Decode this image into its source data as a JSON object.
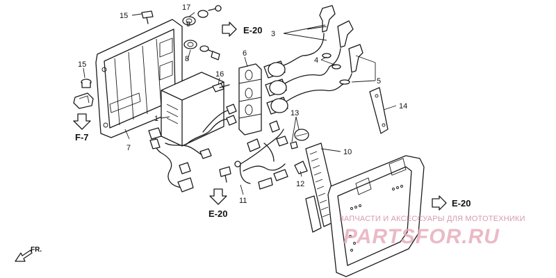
{
  "diagram": {
    "callouts": {
      "c1": "1",
      "c3": "3",
      "c4": "4",
      "c5": "5",
      "c6": "6",
      "c7": "7",
      "c8": "8",
      "c9": "9",
      "c10": "10",
      "c11": "11",
      "c12": "12",
      "c13": "13",
      "c14": "14",
      "c15a": "15",
      "c15b": "15",
      "c16": "16",
      "c17": "17"
    },
    "references": {
      "e20_top": "E-20",
      "e20_bottom": "E-20",
      "e20_right": "E-20",
      "f7": "F-7",
      "front": "FR."
    }
  },
  "watermark": {
    "line1": "ЗАПЧАСТИ И АКСЕССУАРЫ ДЛЯ МОТОТЕХНИКИ",
    "line2": "PARTSFOR.RU"
  },
  "colors": {
    "ink": "#1a1a1a",
    "background": "#ffffff",
    "watermark": "#e6a9b9"
  }
}
